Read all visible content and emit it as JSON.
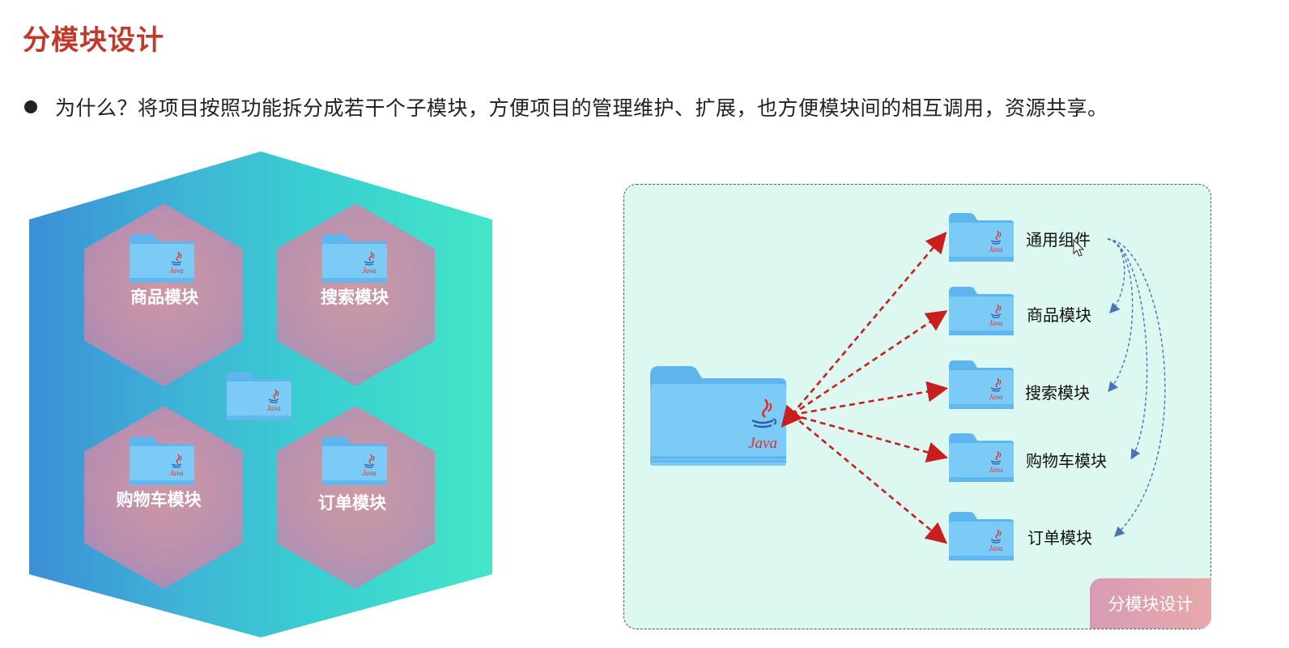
{
  "page": {
    "title": "分模块设计",
    "bullet": "为什么？将项目按照功能拆分成若干个子模块，方便项目的管理维护、扩展，也方便模块间的相互调用，资源共享。"
  },
  "left_cluster": {
    "modules": [
      "商品模块",
      "搜索模块",
      "购物车模块",
      "订单模块"
    ]
  },
  "right_diagram": {
    "root_logo_text": "Java",
    "modules": [
      "通用组件",
      "商品模块",
      "搜索模块",
      "购物车模块",
      "订单模块"
    ],
    "badge": "分模块设计"
  },
  "colors": {
    "title": "#c0392b",
    "arrow_red": "#c81e1e",
    "arrow_blue": "#4a73b8",
    "folder": "#6ec1f3"
  }
}
